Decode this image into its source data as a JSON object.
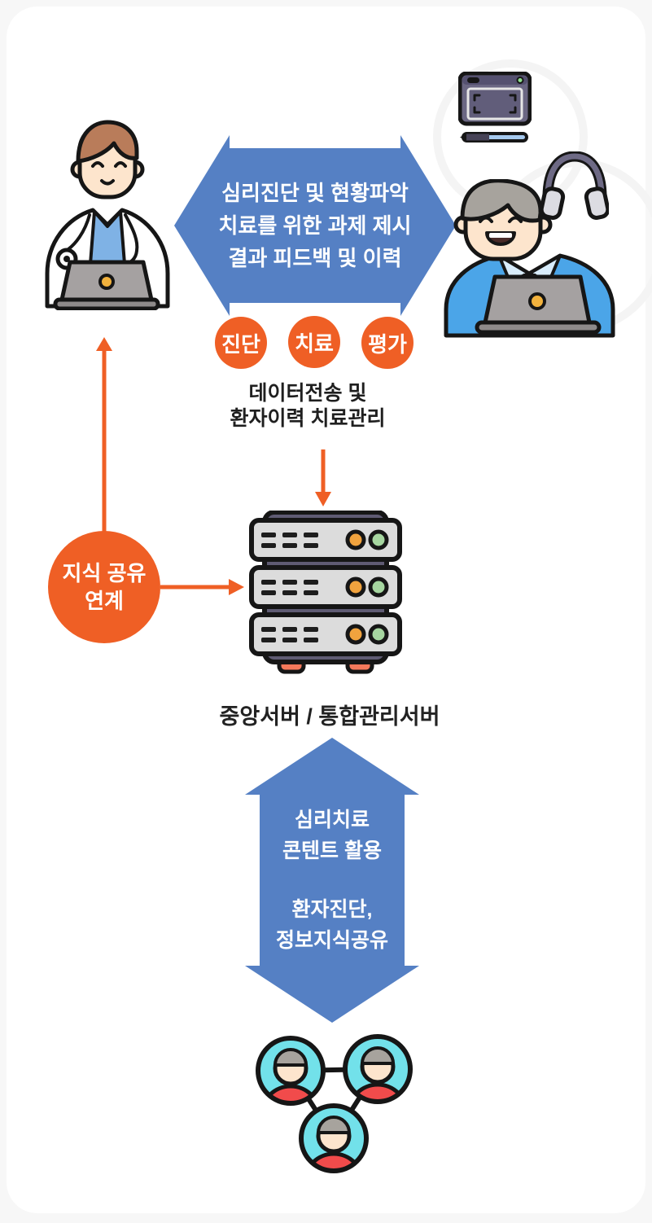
{
  "colors": {
    "background": "#f7f7f7",
    "card": "#ffffff",
    "arrow_blue": "#5580c4",
    "accent_orange": "#ef5f25",
    "text_dark": "#1f1f1f",
    "text_white": "#ffffff"
  },
  "doctor_patient_exchange": {
    "lines": [
      "심리진단 및 현황파악",
      "치료를 위한 과제 제시",
      "결과 피드백 및 이력"
    ]
  },
  "process_badges": [
    {
      "label": "진단"
    },
    {
      "label": "치료"
    },
    {
      "label": "평가"
    }
  ],
  "data_transfer": {
    "lines": [
      "데이터전송 및",
      "환자이력 치료관리"
    ]
  },
  "server": {
    "label": "중앙서버 / 통합관리서버"
  },
  "knowledge_link": {
    "lines": [
      "지식 공유",
      "연계"
    ]
  },
  "content_exchange": {
    "upper_lines": [
      "심리치료",
      "콘텐트 활용"
    ],
    "lower_lines": [
      "환자진단,",
      "정보지식공유"
    ]
  },
  "icons": {
    "doctor": "doctor-at-laptop-icon",
    "patient": "patient-at-laptop-icon",
    "tablet": "drawing-tablet-icon",
    "headphones": "headphones-icon",
    "server": "server-stack-icon",
    "network": "user-network-icon"
  }
}
